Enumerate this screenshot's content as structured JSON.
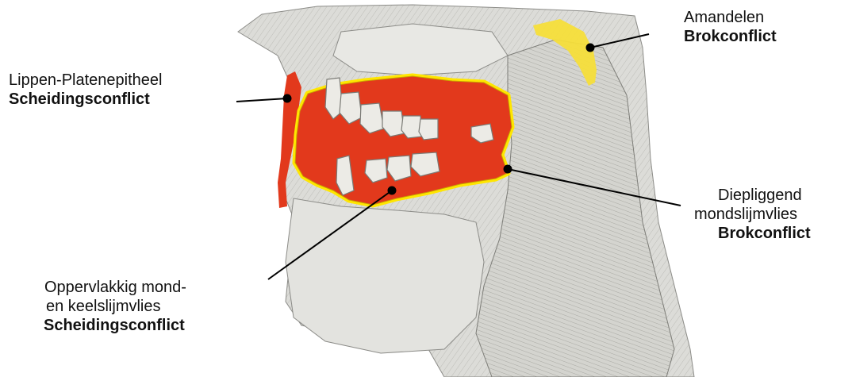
{
  "labels": {
    "lips": {
      "line1": "Lippen-Platenepitheel",
      "line2": "Scheidingsconflict"
    },
    "tonsils": {
      "line1": "Amandelen",
      "line2": "Brokconflict"
    },
    "deep_mucosa": {
      "line1": "Diepliggend",
      "line2": "mondslijmvlies",
      "line3": "Brokconflict"
    },
    "surface_mucosa": {
      "line1": "Oppervlakkig mond-",
      "line2": "en keelslijmvlies",
      "line3": "Scheidingsconflict"
    }
  },
  "colors": {
    "mucosa_red": "#e2391c",
    "deep_mucosa_yellow": "#ffe600",
    "tonsil_yellow": "#f5de3a",
    "tissue_gray": "#d9d9d6",
    "line_ink": "#000000"
  }
}
